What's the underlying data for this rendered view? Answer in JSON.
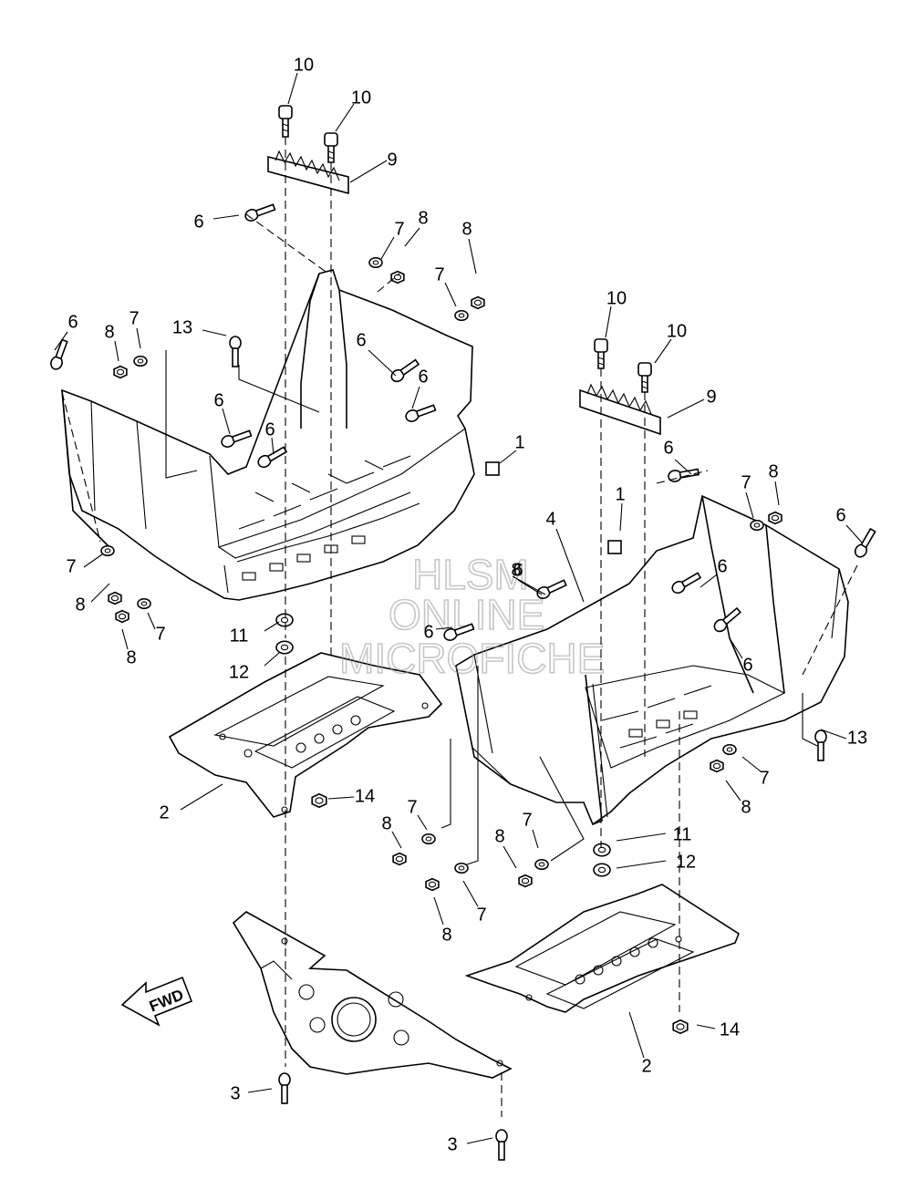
{
  "watermark": [
    "HLSM",
    "ONLINE",
    "MICROFICHE"
  ],
  "direction_arrow_label": "FWD",
  "callouts": [
    {
      "label": "10"
    },
    {
      "label": "10"
    },
    {
      "label": "9"
    },
    {
      "label": "6"
    },
    {
      "label": "7"
    },
    {
      "label": "8"
    },
    {
      "label": "8"
    },
    {
      "label": "7"
    },
    {
      "label": "6"
    },
    {
      "label": "8"
    },
    {
      "label": "7"
    },
    {
      "label": "13"
    },
    {
      "label": "6"
    },
    {
      "label": "6"
    },
    {
      "label": "6"
    },
    {
      "label": "6"
    },
    {
      "label": "1"
    },
    {
      "label": "7"
    },
    {
      "label": "8"
    },
    {
      "label": "8"
    },
    {
      "label": "7"
    },
    {
      "label": "8"
    },
    {
      "label": "11"
    },
    {
      "label": "12"
    },
    {
      "label": "2"
    },
    {
      "label": "14"
    },
    {
      "label": "10"
    },
    {
      "label": "10"
    },
    {
      "label": "9"
    },
    {
      "label": "6"
    },
    {
      "label": "7"
    },
    {
      "label": "8"
    },
    {
      "label": "6"
    },
    {
      "label": "1"
    },
    {
      "label": "4"
    },
    {
      "label": "6"
    },
    {
      "label": "6"
    },
    {
      "label": "6"
    },
    {
      "label": "6"
    },
    {
      "label": "13"
    },
    {
      "label": "7"
    },
    {
      "label": "8"
    },
    {
      "label": "7"
    },
    {
      "label": "8"
    },
    {
      "label": "7"
    },
    {
      "label": "8"
    },
    {
      "label": "7"
    },
    {
      "label": "8"
    },
    {
      "label": "11"
    },
    {
      "label": "12"
    },
    {
      "label": "14"
    },
    {
      "label": "2"
    },
    {
      "label": "3"
    },
    {
      "label": "3"
    }
  ]
}
